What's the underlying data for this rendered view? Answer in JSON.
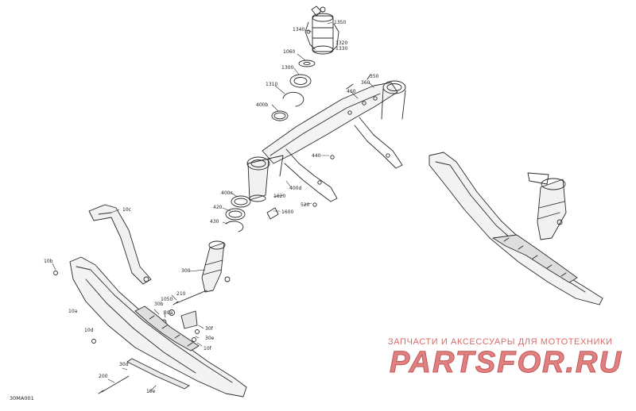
{
  "diagram_id": "30MA001",
  "callouts": [
    {
      "text": "1340"
    },
    {
      "text": "1350"
    },
    {
      "text": "1320"
    },
    {
      "text": "1330"
    },
    {
      "text": "1060"
    },
    {
      "text": "1300"
    },
    {
      "text": "1310"
    },
    {
      "text": "460"
    },
    {
      "text": "360"
    },
    {
      "text": "350"
    },
    {
      "text": "400b"
    },
    {
      "text": "440"
    },
    {
      "text": "400d"
    },
    {
      "text": "1620"
    },
    {
      "text": "520"
    },
    {
      "text": "1600"
    },
    {
      "text": "400c"
    },
    {
      "text": "420"
    },
    {
      "text": "430"
    },
    {
      "text": "10c"
    },
    {
      "text": "10b"
    },
    {
      "text": "300"
    },
    {
      "text": "210"
    },
    {
      "text": "1050"
    },
    {
      "text": "10a"
    },
    {
      "text": "30b"
    },
    {
      "text": "30a"
    },
    {
      "text": "30f"
    },
    {
      "text": "10d"
    },
    {
      "text": "30e"
    },
    {
      "text": "10f"
    },
    {
      "text": "30d"
    },
    {
      "text": "200"
    },
    {
      "text": "10e"
    }
  ],
  "watermark": {
    "tagline": "ЗАПЧАСТИ И АКСЕССУАРЫ ДЛЯ МОТОТЕХНИКИ",
    "logo_text": "PARTSFOR.RU",
    "color": "#d86b6b"
  }
}
